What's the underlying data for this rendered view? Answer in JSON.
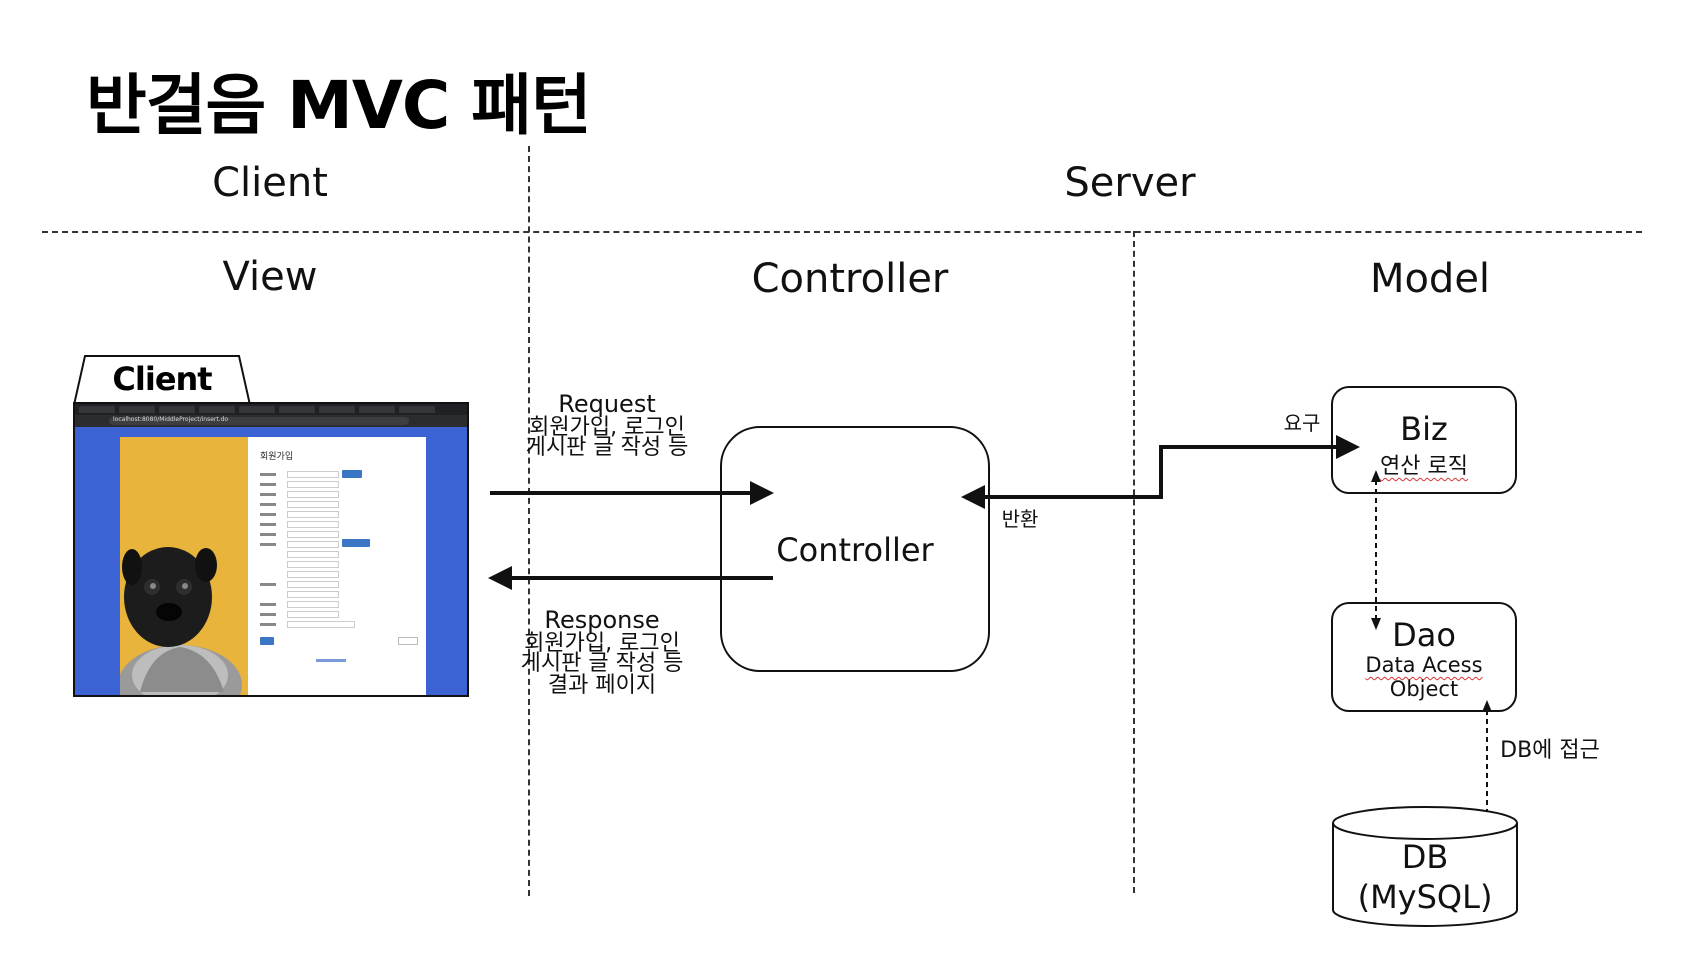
{
  "title": "반걸음 MVC 패턴",
  "headers": {
    "client": "Client",
    "server": "Server",
    "view": "View",
    "controller": "Controller",
    "model": "Model"
  },
  "client_window": {
    "tab_label": "Client",
    "address": "localhost:8080/MiddleProject/insert.do",
    "form_title": "회원가입"
  },
  "request": {
    "title": "Request",
    "lines": [
      "회원가입, 로그인",
      "게시판 글 작성 등"
    ]
  },
  "response": {
    "title": "Response",
    "lines": [
      "회원가입, 로그인",
      "게시판 글 작성 등",
      "결과 페이지"
    ]
  },
  "controller_box": {
    "label": "Controller"
  },
  "return_label": "반환",
  "demand_label": "요구",
  "biz": {
    "title": "Biz",
    "subtitle": "연산 로직"
  },
  "dao": {
    "title": "Dao",
    "line1": "Data Acess",
    "line2": "Object"
  },
  "db_access_label": "DB에 접근",
  "db": {
    "title": "DB",
    "subtitle": "(MySQL)"
  }
}
